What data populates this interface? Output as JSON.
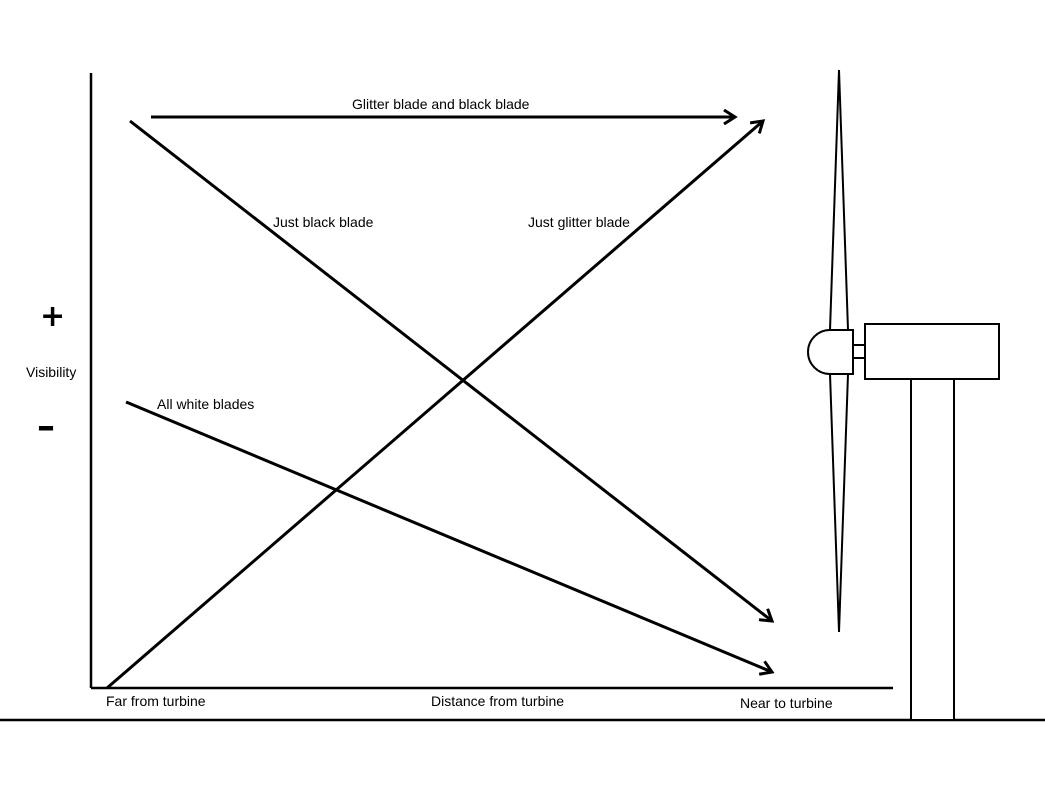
{
  "axes": {
    "y_label": "Visibility",
    "y_plus": "+",
    "y_minus": "–",
    "x_label": "Distance from turbine",
    "x_far": "Far from turbine",
    "x_near": "Near to turbine"
  },
  "lines": {
    "glitter_black": "Glitter blade and black blade",
    "just_black": "Just black blade",
    "just_glitter": "Just glitter blade",
    "all_white": "All white blades"
  },
  "colors": {
    "ink": "#000000",
    "background": "#ffffff"
  }
}
